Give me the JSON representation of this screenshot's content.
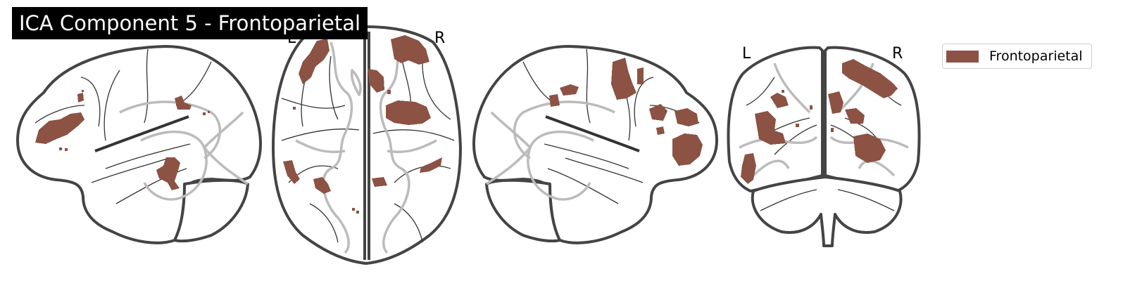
{
  "title": "ICA Component 5 - Frontoparietal",
  "views": {
    "axial": {
      "left_label": "L",
      "right_label": "R"
    },
    "coronal": {
      "left_label": "L",
      "right_label": "R"
    }
  },
  "legend": {
    "label": "Frontoparietal",
    "color": "#8c5244"
  },
  "colors": {
    "activation": "#8c5244",
    "outline": "#444444",
    "deep_structure": "#bbbbbb"
  }
}
